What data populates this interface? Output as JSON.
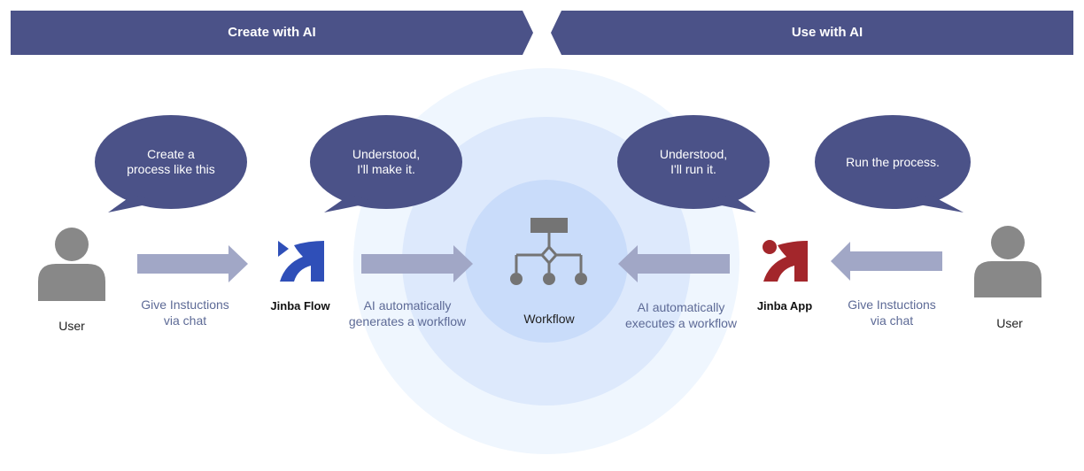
{
  "banners": {
    "left": "Create with AI",
    "right": "Use with AI"
  },
  "bubbles": {
    "user_left": "Create a\nprocess like this",
    "flow": "Understood,\nI'll make it.",
    "app": "Understood,\nI'll run it.",
    "user_right": "Run the process."
  },
  "labels": {
    "user_left": "User",
    "instruct_left": "Give Instuctions\nvia chat",
    "jinba_flow": "Jinba Flow",
    "generates": "AI automatically\ngenerates a workflow",
    "workflow": "Workflow",
    "executes": "AI automatically\nexecutes a workflow",
    "jinba_app": "Jinba App",
    "instruct_right": "Give Instuctions\nvia chat",
    "user_right": "User"
  },
  "icons": {
    "user_left": "user-icon",
    "user_right": "user-icon",
    "flow_logo": "jinba-flow-logo-icon",
    "app_logo": "jinba-app-logo-icon",
    "workflow": "workflow-tree-icon"
  },
  "colors": {
    "banner": "#4b5288",
    "bubble": "#4b5288",
    "arrow": "#a1a7c6",
    "caption": "#5d6a96",
    "person": "#888888",
    "flow_blue": "#2f4fb8",
    "app_red": "#a3262b",
    "ring_outer": "#eff6fe",
    "ring_mid": "#dde9fc",
    "ring_inner": "#c9dcfa"
  }
}
